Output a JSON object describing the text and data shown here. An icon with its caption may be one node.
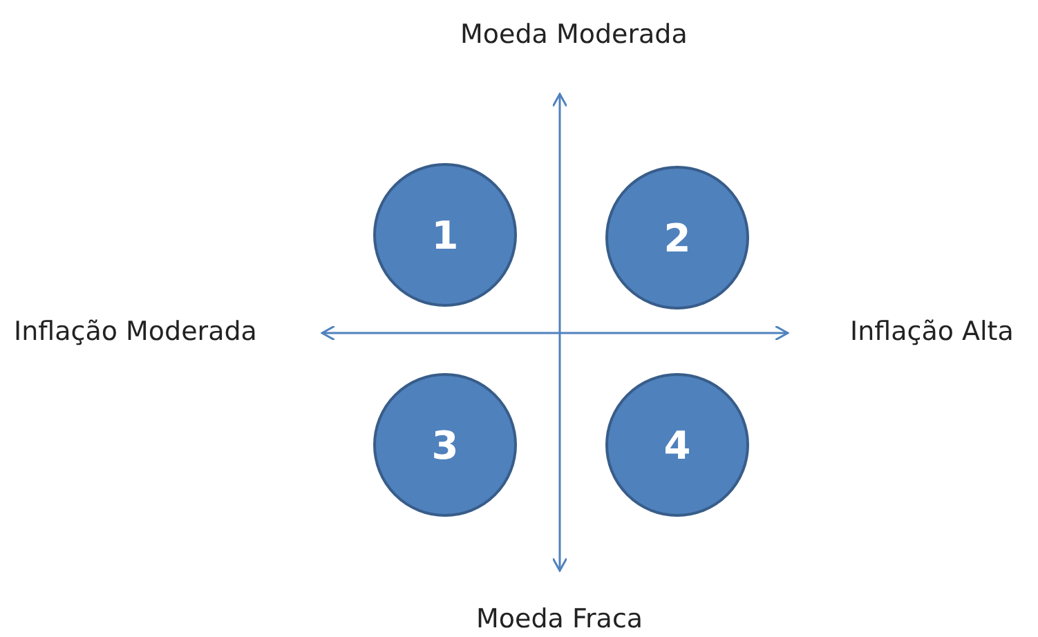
{
  "diagram": {
    "nodes": [
      {
        "text": [
          "1"
        ]
      },
      {
        "text": [
          "2"
        ]
      },
      {
        "text": [
          "3"
        ]
      },
      {
        "text": [
          "4"
        ]
      }
    ],
    "labels": [
      "Moeda Moderada",
      "Inflação Moderada",
      "Inflação Alta",
      "Moeda Fraca"
    ]
  }
}
